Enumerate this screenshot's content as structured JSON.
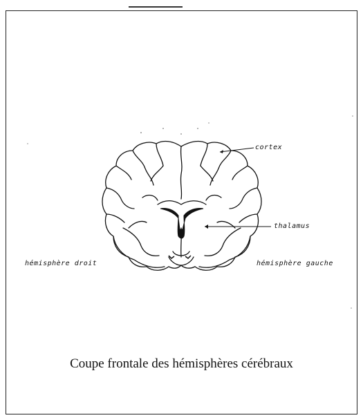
{
  "diagram": {
    "labels": {
      "cortex": "cortex",
      "thalamus": "thalamus",
      "left_hemisphere": "hémisphère droit",
      "right_hemisphere": "hémisphère gauche"
    },
    "caption": "Coupe frontale des hémisphères cérébraux"
  },
  "colors": {
    "ink": "#111111",
    "paper": "#ffffff"
  }
}
